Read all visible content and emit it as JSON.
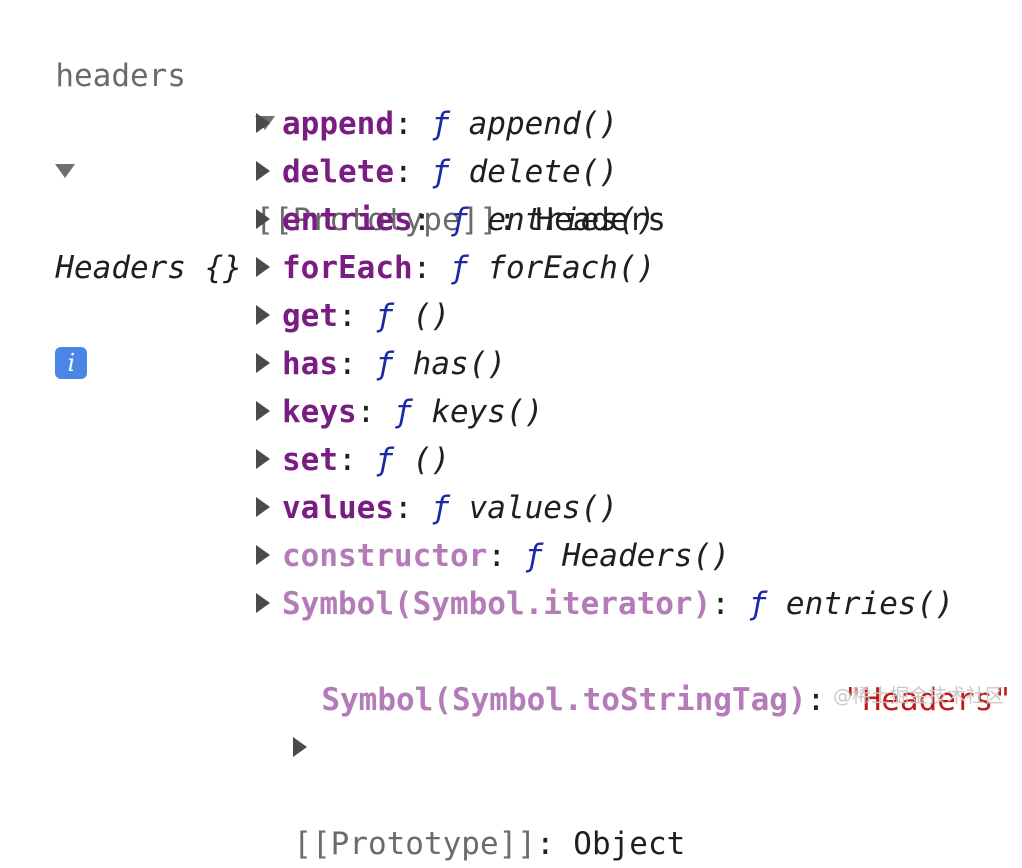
{
  "root": {
    "name": "headers",
    "value": "Headers {}",
    "info_badge": "i"
  },
  "prototype_row": {
    "label": "[[Prototype]]",
    "sep": ": ",
    "value": "Headers"
  },
  "members": [
    {
      "key": "append",
      "sep": ": ",
      "f": "ƒ",
      "sig": " append()"
    },
    {
      "key": "delete",
      "sep": ": ",
      "f": "ƒ",
      "sig": " delete()"
    },
    {
      "key": "entries",
      "sep": ": ",
      "f": "ƒ",
      "sig": " entries()"
    },
    {
      "key": "forEach",
      "sep": ": ",
      "f": "ƒ",
      "sig": " forEach()"
    },
    {
      "key": "get",
      "sep": ": ",
      "f": "ƒ",
      "sig": " ()"
    },
    {
      "key": "has",
      "sep": ": ",
      "f": "ƒ",
      "sig": " has()"
    },
    {
      "key": "keys",
      "sep": ": ",
      "f": "ƒ",
      "sig": " keys()"
    },
    {
      "key": "set",
      "sep": ": ",
      "f": "ƒ",
      "sig": " ()"
    },
    {
      "key": "values",
      "sep": ": ",
      "f": "ƒ",
      "sig": " values()"
    },
    {
      "key": "constructor",
      "sep": ": ",
      "f": "ƒ",
      "sig": " Headers()"
    },
    {
      "key": "Symbol(Symbol.iterator)",
      "sep": ": ",
      "f": "ƒ",
      "sig": " entries()"
    }
  ],
  "tostringtag": {
    "key": "Symbol(Symbol.toStringTag)",
    "sep": ": ",
    "value": "\"Headers\""
  },
  "inner_prototype": {
    "label": "[[Prototype]]",
    "sep": ": ",
    "value": "Object"
  },
  "watermark": "@稀土掘金技术社区"
}
